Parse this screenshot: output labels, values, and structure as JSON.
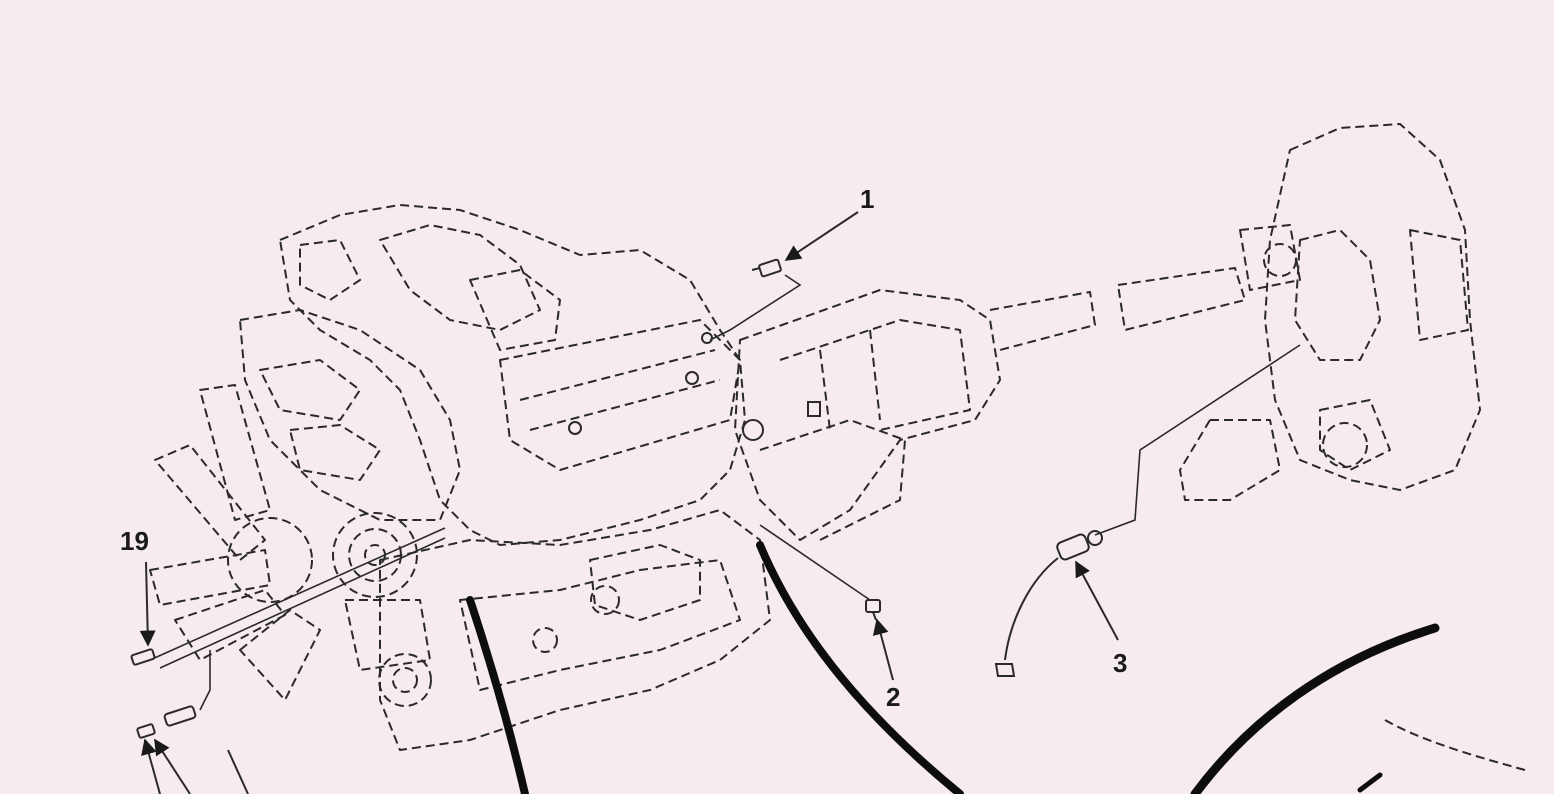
{
  "callouts": {
    "c1": "1",
    "c2": "2",
    "c3": "3",
    "c19": "19"
  },
  "colors": {
    "paper": "#f6ebee",
    "ink": "#1a1a1a"
  }
}
